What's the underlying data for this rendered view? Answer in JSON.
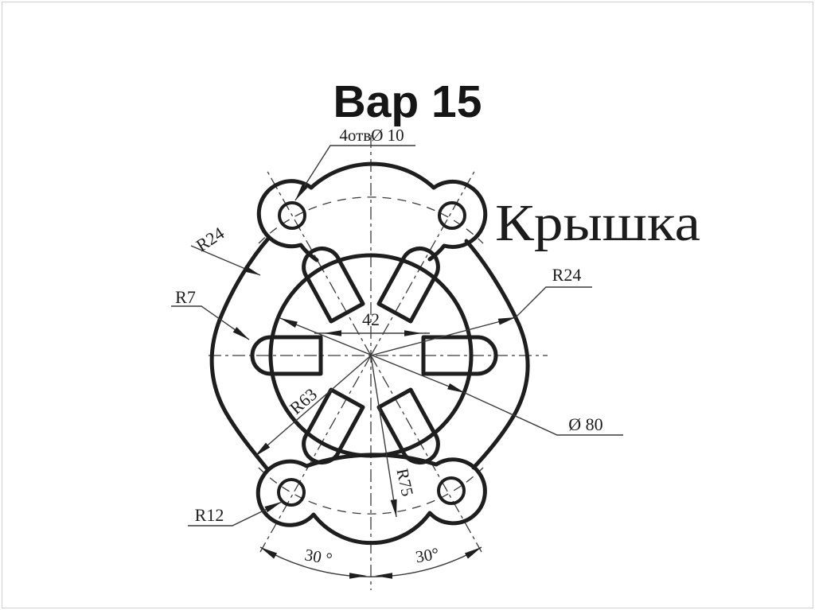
{
  "page": {
    "title": "Вар 15",
    "background": "#ffffff",
    "border_color": "#cfcfcf"
  },
  "drawing": {
    "part_name": "Крышка",
    "labels": {
      "holes_note": "4отвØ 10",
      "r24_left": "R24",
      "r24_right": "R24",
      "r7": "R7",
      "dist42": "42",
      "r63": "R63",
      "r75": "R75",
      "dia80": "Ø 80",
      "r12": "R12",
      "angle_left": "30 °",
      "angle_right": "30°"
    },
    "colors": {
      "outline": "#1e1e1e",
      "thin_line": "#3a3a3a",
      "text": "#1c1c1c"
    }
  }
}
